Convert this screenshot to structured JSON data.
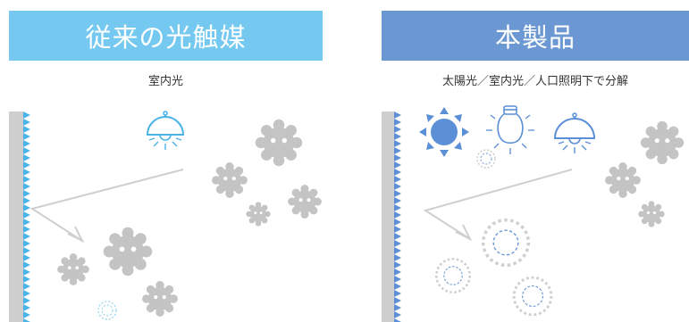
{
  "panels": {
    "left": {
      "title": "従来の光触媒",
      "light_source": "室内光",
      "accent_color": "#75c9f0",
      "wall_color": "#4ab3e8"
    },
    "right": {
      "title": "本製品",
      "light_source": "太陽光／室内光／人口照明下で分解",
      "accent_color": "#6b97d2",
      "wall_color": "#5b8fd6"
    }
  },
  "icons": {
    "left": [
      "ceiling-lamp-icon",
      "germ-icon",
      "arrow-icon"
    ],
    "right": [
      "sun-icon",
      "light-bulb-icon",
      "ceiling-lamp-icon",
      "germ-icon",
      "decomposed-germ-icon",
      "arrow-icon"
    ]
  }
}
